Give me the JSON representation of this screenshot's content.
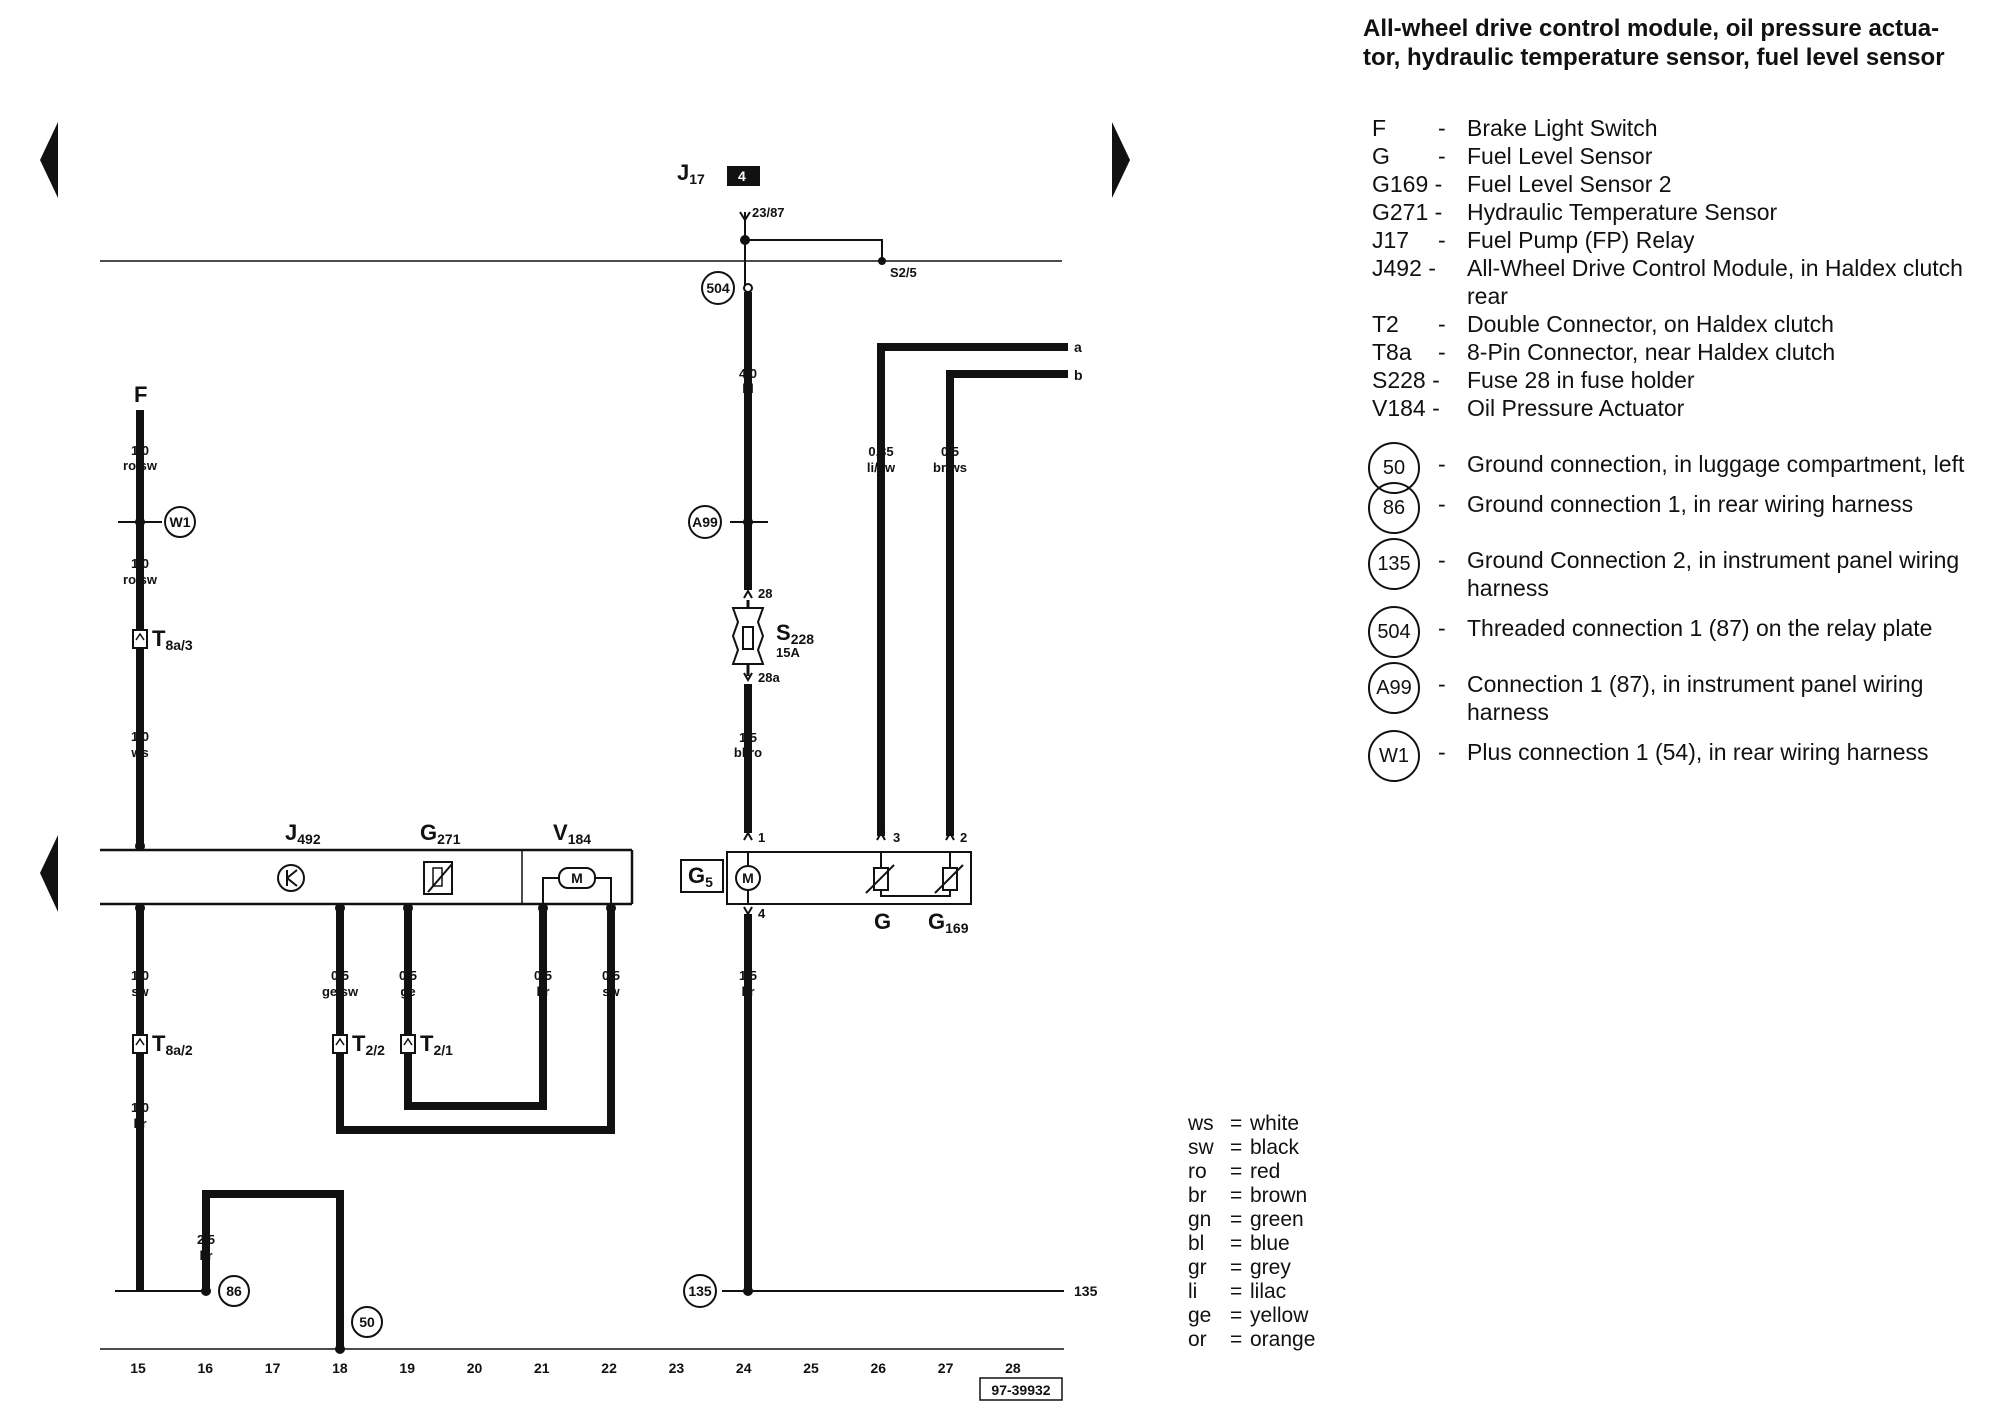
{
  "title": {
    "line1": "All-wheel drive control module, oil pressure actua-",
    "line2": "tor, hydraulic temperature sensor, fuel level sensor"
  },
  "legend": [
    {
      "code": "F",
      "text": "Brake Light Switch"
    },
    {
      "code": "G",
      "text": "Fuel Level Sensor"
    },
    {
      "code": "G169 -",
      "text": "Fuel Level Sensor 2"
    },
    {
      "code": "G271 -",
      "text": "Hydraulic Temperature Sensor"
    },
    {
      "code": "J17",
      "text": "Fuel Pump (FP) Relay"
    },
    {
      "code": "J492 -",
      "text": "All-Wheel Drive Control Module, in Haldex clutch rear"
    },
    {
      "code": "T2",
      "text": "Double Connector, on Haldex clutch"
    },
    {
      "code": "T8a",
      "text": "8-Pin Connector, near Haldex clutch"
    },
    {
      "code": "S228 -",
      "text": "Fuse 28 in fuse holder"
    },
    {
      "code": "V184 -",
      "text": "Oil Pressure Actuator"
    }
  ],
  "grounds": [
    {
      "code": "50",
      "text": "Ground connection, in luggage compartment, left"
    },
    {
      "code": "86",
      "text": "Ground connection 1, in rear wiring harness"
    },
    {
      "code": "135",
      "text": "Ground Connection 2, in instrument panel wiring harness"
    },
    {
      "code": "504",
      "text": "Threaded connection 1 (87) on the relay plate"
    },
    {
      "code": "A99",
      "text": "Connection 1 (87), in instrument panel wiring harness"
    },
    {
      "code": "W1",
      "text": "Plus connection 1 (54), in rear wiring harness"
    }
  ],
  "colors": [
    {
      "code": "ws",
      "eq": "=",
      "name": "white"
    },
    {
      "code": "sw",
      "eq": "=",
      "name": "black"
    },
    {
      "code": "ro",
      "eq": "=",
      "name": "red"
    },
    {
      "code": "br",
      "eq": "=",
      "name": "brown"
    },
    {
      "code": "gn",
      "eq": "=",
      "name": "green"
    },
    {
      "code": "bl",
      "eq": "=",
      "name": "blue"
    },
    {
      "code": "gr",
      "eq": "=",
      "name": "grey"
    },
    {
      "code": "li",
      "eq": "=",
      "name": "lilac"
    },
    {
      "code": "ge",
      "eq": "=",
      "name": "yellow"
    },
    {
      "code": "or",
      "eq": "=",
      "name": "orange"
    }
  ],
  "diagram": {
    "j17": "J",
    "j17_sub": "17",
    "j17_box": "4",
    "t23_87": "23/87",
    "s2_5": "S2/5",
    "c504": "504",
    "a99": "A99",
    "w1": "W1",
    "g86": "86",
    "g50": "50",
    "g135": "135",
    "f": "F",
    "j492": "J",
    "j492_sub": "492",
    "g271": "G",
    "g271_sub": "271",
    "v184": "V",
    "v184_sub": "184",
    "g5": "G",
    "g5_sub": "5",
    "g_label": "G",
    "g169": "G",
    "g169_sub": "169",
    "s228": "S",
    "s228_sub": "228",
    "s228_amp": "15A",
    "pin28": "28",
    "pin28a": "28a",
    "pin1": "1",
    "pin2": "2",
    "pin3": "3",
    "pin4": "4",
    "t8a3": "T",
    "t8a3_sub": "8a/3",
    "t8a2": "T",
    "t8a2_sub": "8a/2",
    "t22": "T",
    "t22_sub": "2/2",
    "t21": "T",
    "t21_sub": "2/1",
    "side_a": "a",
    "side_b": "b",
    "side_135": "135",
    "ref": "97-39932",
    "motor": "M",
    "wires": {
      "w24_top": [
        "4,0",
        "bl"
      ],
      "w24_mid": [
        "1,5",
        "bl/ro"
      ],
      "w24_bot": [
        "1,5",
        "br"
      ],
      "w15_a": [
        "1,0",
        "ro/sw"
      ],
      "w15_b": [
        "1,0",
        "ro/sw"
      ],
      "w15_c": [
        "1,0",
        "ws"
      ],
      "w15_d": [
        "1,0",
        "sw"
      ],
      "w15_e": [
        "1,0",
        "br"
      ],
      "w16": [
        "2,5",
        "br"
      ],
      "w19": [
        "0,5",
        "ge/sw"
      ],
      "w20": [
        "0,5",
        "ge"
      ],
      "w21": [
        "0,5",
        "br"
      ],
      "w22": [
        "0,5",
        "sw"
      ],
      "w26": [
        "0,35",
        "li/sw"
      ],
      "w27": [
        "0,5",
        "br/ws"
      ]
    }
  },
  "column_numbers": [
    "15",
    "16",
    "17",
    "18",
    "19",
    "20",
    "21",
    "22",
    "23",
    "24",
    "25",
    "26",
    "27",
    "28"
  ]
}
